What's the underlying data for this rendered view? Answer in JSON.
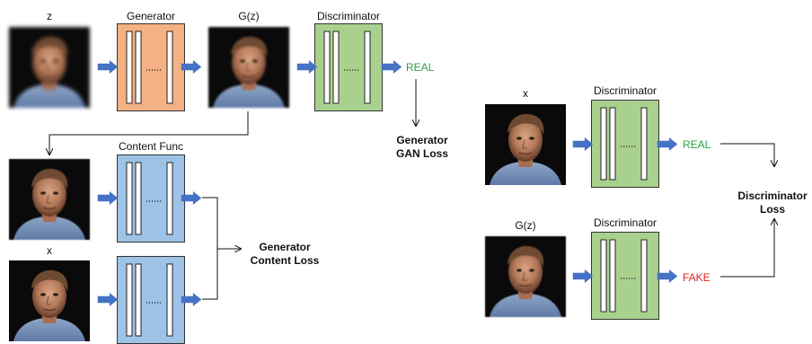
{
  "generator_block": {
    "input_label": "z",
    "network_label": "Generator",
    "output_label": "G(z)",
    "discriminator_label": "Discriminator",
    "output_text": "REAL",
    "loss_title": "Generator",
    "loss_subtitle": "GAN Loss"
  },
  "content_block": {
    "network_label": "Content Func",
    "second_input_label": "x",
    "loss_title": "Generator",
    "loss_subtitle": "Content Loss"
  },
  "discriminator_block": {
    "real_input_label": "x",
    "real_net_label": "Discriminator",
    "real_output": "REAL",
    "fake_input_label": "G(z)",
    "fake_net_label": "Discriminator",
    "fake_output": "FAKE",
    "loss_title": "Discriminator",
    "loss_subtitle": "Loss"
  },
  "colors": {
    "generator_fill": "#f4b183",
    "discriminator_fill": "#a9d18e",
    "content_fill": "#9dc3e6",
    "arrow_blue": "#4472c4",
    "real_green": "#2ea043",
    "fake_red": "#e02020",
    "photo_background": "#0a0a0a"
  }
}
